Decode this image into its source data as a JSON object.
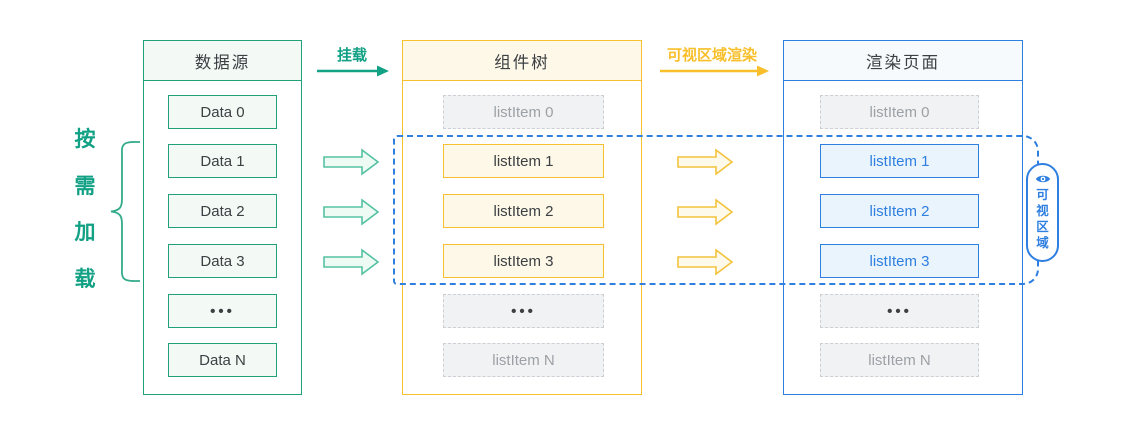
{
  "diagram": {
    "side_label": "按需加载",
    "arrows": {
      "mount": "挂载",
      "render": "可视区域渲染"
    },
    "viewport_label": "可视区域",
    "columns": {
      "source": {
        "title": "数据源",
        "items": [
          "Data 0",
          "Data 1",
          "Data 2",
          "Data 3",
          "•••",
          "Data N"
        ]
      },
      "tree": {
        "title": "组件树",
        "items": [
          "listItem 0",
          "listItem 1",
          "listItem 2",
          "listItem 3",
          "•••",
          "listItem N"
        ]
      },
      "page": {
        "title": "渲染页面",
        "items": [
          "listItem 0",
          "listItem 1",
          "listItem 2",
          "listItem 3",
          "•••",
          "listItem N"
        ]
      }
    },
    "colors": {
      "green": "#12a184",
      "yellow": "#f6c02e",
      "blue": "#2e7fe0",
      "muted_text": "#9ba1a6"
    }
  }
}
